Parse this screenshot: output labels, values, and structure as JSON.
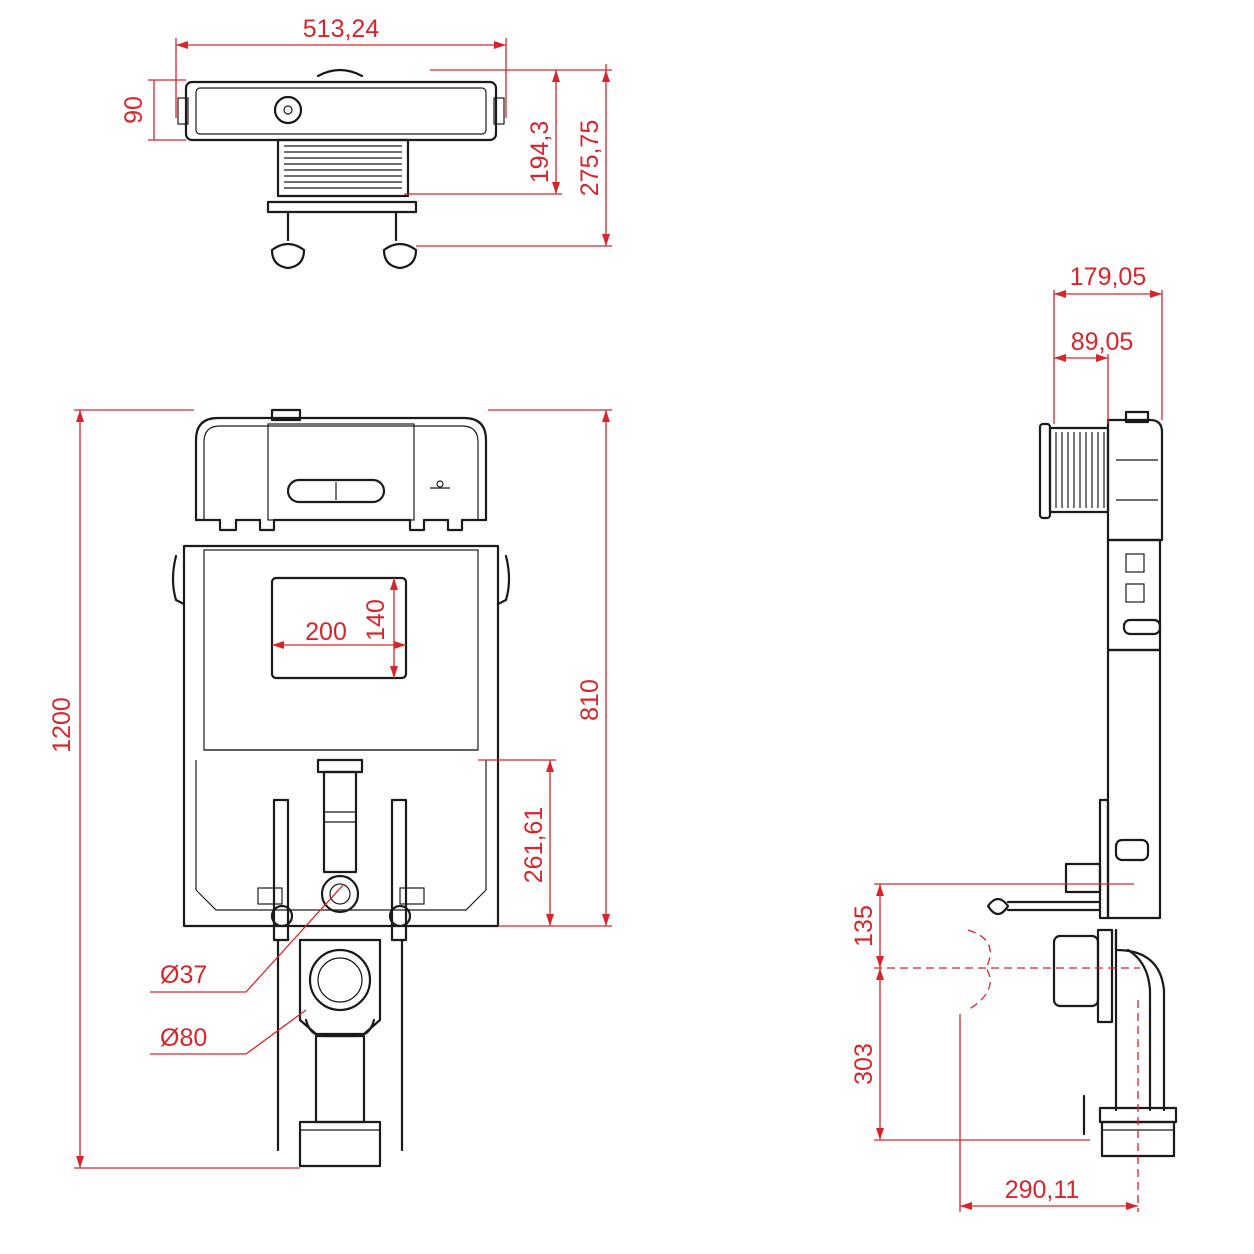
{
  "title": "",
  "dimensions": {
    "top_width": "513,24",
    "top_depth_90": "90",
    "top_depth_194": "194,3",
    "top_depth_275": "275,75",
    "side_179": "179,05",
    "side_89": "89,05",
    "total_height": "1200",
    "frame_height": "810",
    "flush_plate_width": "200",
    "flush_plate_height": "140",
    "outlet_height": "261,61",
    "pipe_d37": "Ø37",
    "pipe_d80": "Ø80",
    "side_135": "135",
    "side_303": "303",
    "side_290": "290,11"
  },
  "colors": {
    "dimension_lines": "#d6262b",
    "drawing_lines": "#1a1a1a",
    "background": "#ffffff"
  }
}
